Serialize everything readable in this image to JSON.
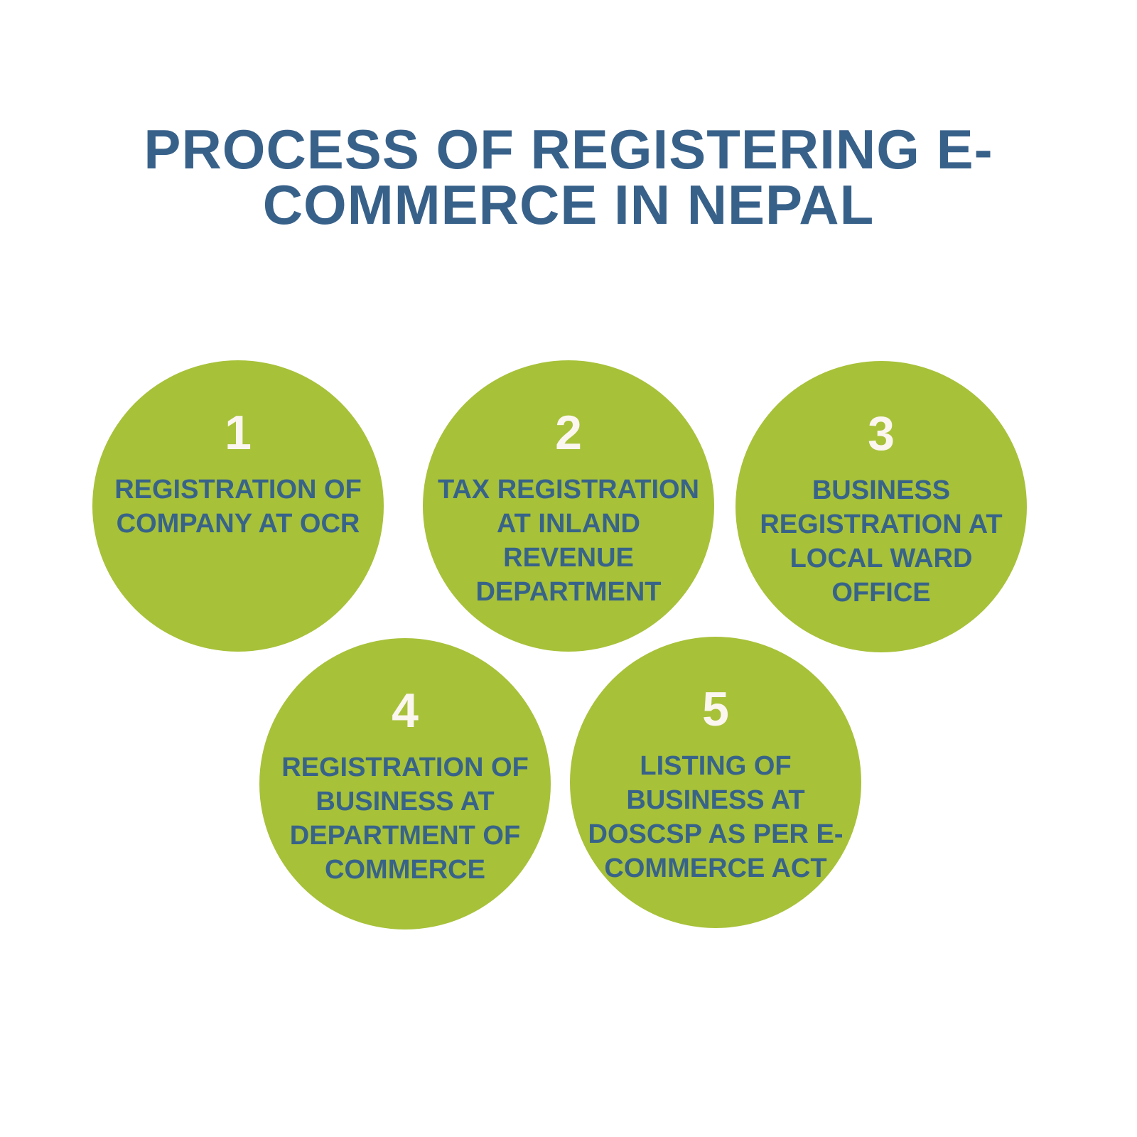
{
  "title": {
    "text": "PROCESS OF REGISTERING E-COMMERCE IN NEPAL",
    "lines": [
      "PROCESS OF REGISTERING E-",
      "COMMERCE IN NEPAL"
    ]
  },
  "steps": [
    {
      "number": "1",
      "label": "REGISTRATION OF COMPANY AT OCR",
      "lines": [
        "REGISTRATION OF",
        "COMPANY AT OCR"
      ]
    },
    {
      "number": "2",
      "label": "TAX REGISTRATION AT INLAND REVENUE DEPARTMENT",
      "lines": [
        "TAX REGISTRATION",
        "AT INLAND",
        "REVENUE",
        "DEPARTMENT"
      ]
    },
    {
      "number": "3",
      "label": "BUSINESS REGISTRATION AT LOCAL WARD OFFICE",
      "lines": [
        "BUSINESS",
        "REGISTRATION AT",
        "LOCAL WARD",
        "OFFICE"
      ]
    },
    {
      "number": "4",
      "label": "REGISTRATION OF BUSINESS AT DEPARTMENT OF COMMERCE",
      "lines": [
        "REGISTRATION OF",
        "BUSINESS AT",
        "DEPARTMENT OF",
        "COMMERCE"
      ]
    },
    {
      "number": "5",
      "label": "LISTING OF BUSINESS AT DOSCSP AS PER E-COMMERCE ACT",
      "lines": [
        "LISTING OF",
        "BUSINESS AT",
        "DOSCSP AS PER E-",
        "COMMERCE ACT"
      ]
    }
  ],
  "colors": {
    "background": "#ffffff",
    "circle_fill": "#a7c139",
    "title_text": "#38618a",
    "circle_text": "#386389",
    "number_text": "#fbf6ef"
  }
}
